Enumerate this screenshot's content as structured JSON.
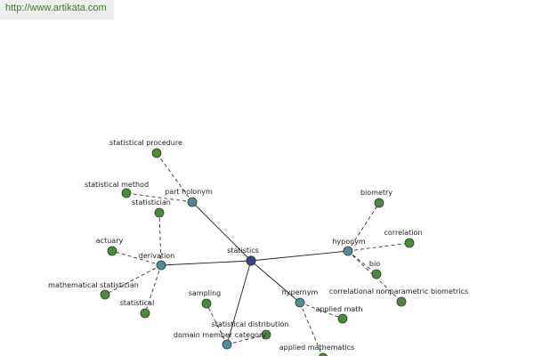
{
  "header": {
    "source_link": "http://www.artikata.com"
  },
  "colors": {
    "center_node": "#3a3f8c",
    "relation_node": "#4f8c96",
    "leaf_node": "#4b8a37",
    "node_stroke": "#2f3f2f",
    "solid_edge": "#222222",
    "dashed_edge": "#222222"
  },
  "graph": {
    "center": "statistics",
    "relations": [
      "part holonym",
      "derivation",
      "hyponym",
      "hypernym",
      "domain member category"
    ],
    "leaves": [
      "statistical procedure",
      "statistical method",
      "statistician",
      "actuary",
      "mathematical statistician",
      "statistical",
      "biometry",
      "correlation",
      "bio",
      "correlational nonparametric biometrics",
      "applied math",
      "applied mathematics",
      "sampling",
      "statistical distribution"
    ],
    "edges": [
      {
        "from": "statistics",
        "to": "part holonym",
        "style": "solid"
      },
      {
        "from": "statistics",
        "to": "derivation",
        "style": "solid"
      },
      {
        "from": "statistics",
        "to": "hyponym",
        "style": "solid"
      },
      {
        "from": "statistics",
        "to": "hypernym",
        "style": "solid"
      },
      {
        "from": "statistics",
        "to": "domain member category",
        "style": "solid"
      },
      {
        "from": "part holonym",
        "to": "statistical procedure",
        "style": "dashed"
      },
      {
        "from": "part holonym",
        "to": "statistical method",
        "style": "dashed"
      },
      {
        "from": "derivation",
        "to": "statistician",
        "style": "dashed"
      },
      {
        "from": "derivation",
        "to": "actuary",
        "style": "dashed"
      },
      {
        "from": "derivation",
        "to": "mathematical statistician",
        "style": "dashed"
      },
      {
        "from": "derivation",
        "to": "statistical",
        "style": "dashed"
      },
      {
        "from": "hyponym",
        "to": "biometry",
        "style": "dashed"
      },
      {
        "from": "hyponym",
        "to": "correlation",
        "style": "dashed"
      },
      {
        "from": "hyponym",
        "to": "bio",
        "style": "dashed"
      },
      {
        "from": "hyponym",
        "to": "correlational nonparametric biometrics",
        "style": "dashed"
      },
      {
        "from": "hypernym",
        "to": "applied math",
        "style": "dashed"
      },
      {
        "from": "hypernym",
        "to": "applied mathematics",
        "style": "dashed"
      },
      {
        "from": "domain member category",
        "to": "sampling",
        "style": "dashed"
      },
      {
        "from": "domain member category",
        "to": "statistical distribution",
        "style": "dashed"
      }
    ]
  }
}
